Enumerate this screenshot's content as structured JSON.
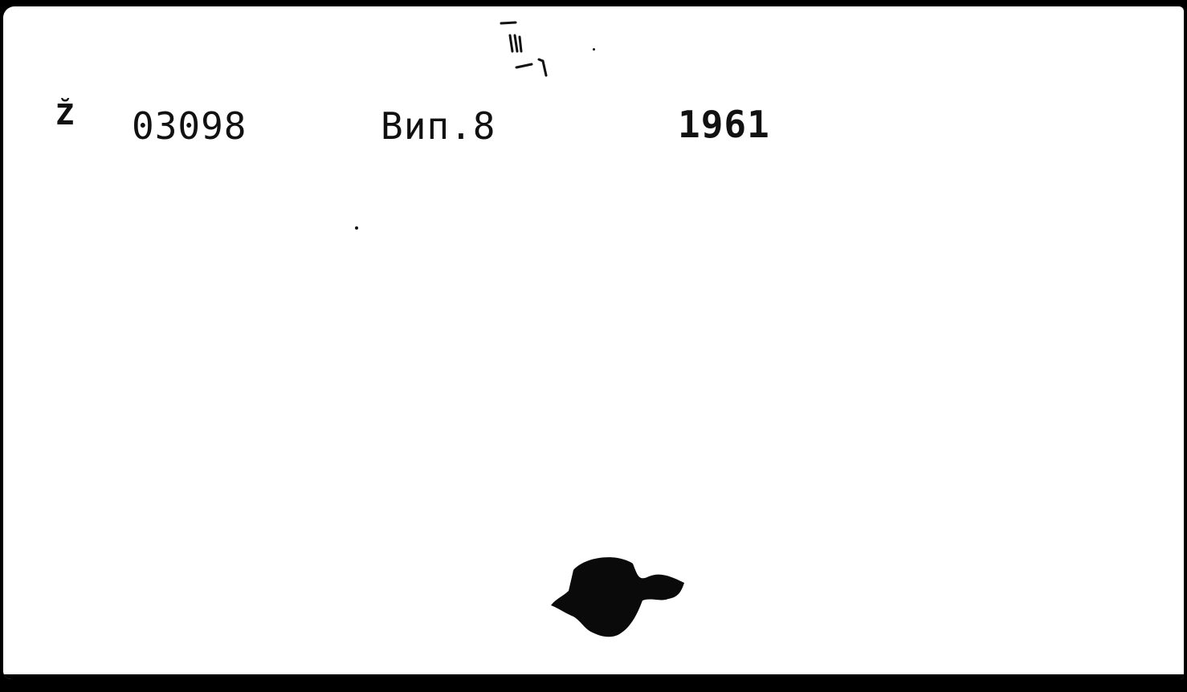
{
  "card": {
    "marker": "Z̆",
    "accession": "03098",
    "issue": "Вип.8",
    "year": "1961"
  },
  "colors": {
    "paper": "#ffffff",
    "ink": "#111111",
    "background": "#000000"
  }
}
